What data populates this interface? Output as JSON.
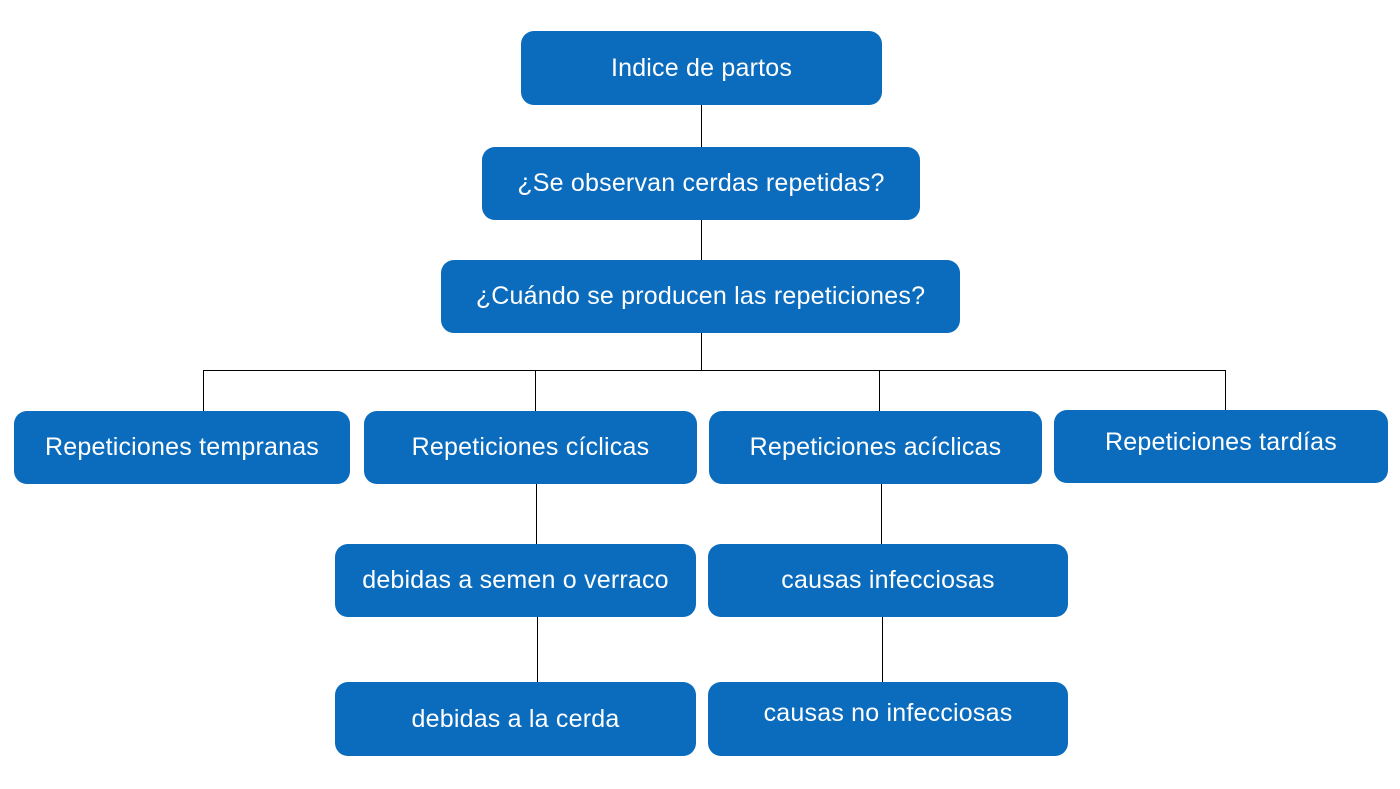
{
  "diagram": {
    "type": "flowchart",
    "background_color": "#ffffff",
    "node_fill_color": "#0b6cbe",
    "node_text_color": "#ffffff",
    "connector_color": "#000000",
    "nodes": {
      "root": {
        "label": "Indice de partos"
      },
      "q1": {
        "label": "¿Se observan cerdas repetidas?"
      },
      "q2": {
        "label": "¿Cuándo se producen las repeticiones?"
      },
      "early": {
        "label": "Repeticiones tempranas"
      },
      "cyclic": {
        "label": "Repeticiones cíclicas"
      },
      "acyclic": {
        "label": "Repeticiones acíclicas"
      },
      "late": {
        "label": "Repeticiones tardías"
      },
      "semen": {
        "label": "debidas a semen o verraco"
      },
      "infectious": {
        "label": "causas infecciosas"
      },
      "sow": {
        "label": "debidas a la cerda"
      },
      "noninfectious": {
        "label": "causas no infecciosas"
      }
    },
    "edges": [
      [
        "root",
        "q1"
      ],
      [
        "q1",
        "q2"
      ],
      [
        "q2",
        "early"
      ],
      [
        "q2",
        "cyclic"
      ],
      [
        "q2",
        "acyclic"
      ],
      [
        "q2",
        "late"
      ],
      [
        "cyclic",
        "semen"
      ],
      [
        "semen",
        "sow"
      ],
      [
        "acyclic",
        "infectious"
      ],
      [
        "infectious",
        "noninfectious"
      ]
    ]
  }
}
